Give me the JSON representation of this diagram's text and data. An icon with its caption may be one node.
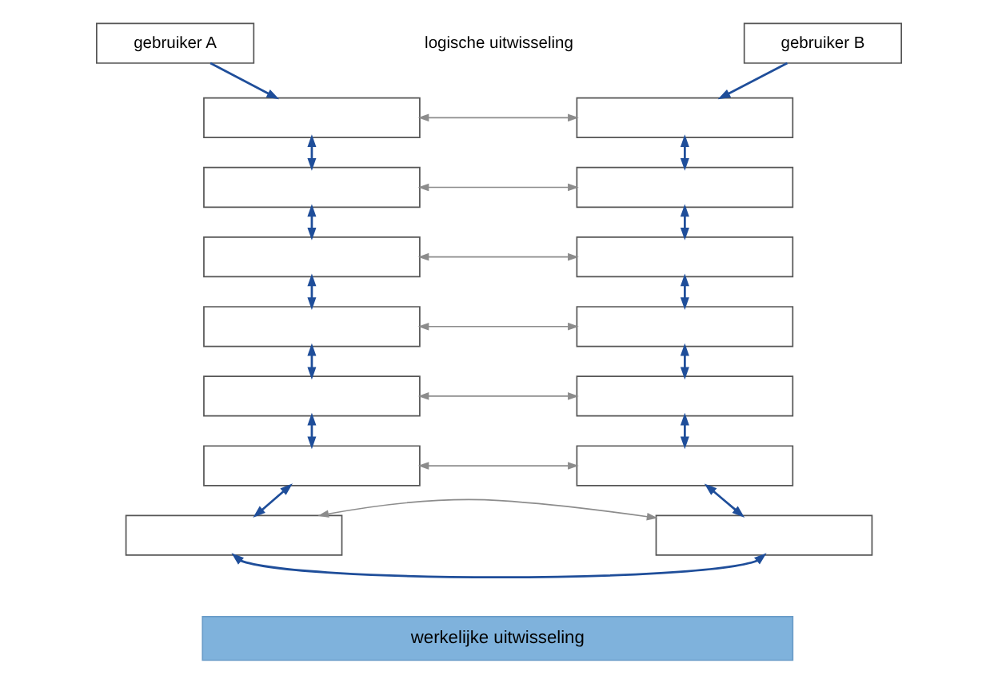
{
  "diagram": {
    "nodes": [
      {
        "text": [
          "gebruiker A"
        ]
      },
      {
        "text": [
          "gebruiker B"
        ]
      },
      {
        "text": [],
        "shape": "box"
      },
      {
        "text": [],
        "shape": "box"
      },
      {
        "text": [],
        "shape": "box"
      },
      {
        "text": [],
        "shape": "box"
      },
      {
        "text": [],
        "shape": "box"
      },
      {
        "text": [],
        "shape": "box"
      },
      {
        "text": [],
        "shape": "box"
      },
      {
        "text": [],
        "shape": "box"
      },
      {
        "text": [],
        "shape": "box"
      },
      {
        "text": [],
        "shape": "box"
      },
      {
        "text": [],
        "shape": "box"
      },
      {
        "text": [],
        "shape": "box"
      },
      {
        "text": [],
        "shape": "box"
      },
      {
        "text": [],
        "shape": "box"
      },
      {
        "text": [
          "werkelijke uitwisseling"
        ]
      }
    ],
    "edges": [
      {
        "from": 0,
        "to": 2,
        "arrow": "to",
        "color": "#1f4e9a"
      },
      {
        "from": 1,
        "to": 9,
        "arrow": "to",
        "color": "#1f4e9a"
      },
      {
        "from": 2,
        "to": 3,
        "arrow": "both",
        "color": "#1f4e9a"
      },
      {
        "from": 3,
        "to": 4,
        "arrow": "both",
        "color": "#1f4e9a"
      },
      {
        "from": 4,
        "to": 5,
        "arrow": "both",
        "color": "#1f4e9a"
      },
      {
        "from": 5,
        "to": 6,
        "arrow": "both",
        "color": "#1f4e9a"
      },
      {
        "from": 6,
        "to": 7,
        "arrow": "both",
        "color": "#1f4e9a"
      },
      {
        "from": 7,
        "to": 8,
        "arrow": "both",
        "color": "#1f4e9a"
      },
      {
        "from": 9,
        "to": 10,
        "arrow": "both",
        "color": "#1f4e9a"
      },
      {
        "from": 10,
        "to": 11,
        "arrow": "both",
        "color": "#1f4e9a"
      },
      {
        "from": 11,
        "to": 12,
        "arrow": "both",
        "color": "#1f4e9a"
      },
      {
        "from": 12,
        "to": 13,
        "arrow": "both",
        "color": "#1f4e9a"
      },
      {
        "from": 13,
        "to": 14,
        "arrow": "both",
        "color": "#1f4e9a"
      },
      {
        "from": 14,
        "to": 15,
        "arrow": "both",
        "color": "#1f4e9a"
      },
      {
        "from": 2,
        "to": 9,
        "arrow": "both",
        "color": "#8c8c8c"
      },
      {
        "from": 3,
        "to": 10,
        "arrow": "both",
        "color": "#8c8c8c"
      },
      {
        "from": 4,
        "to": 11,
        "arrow": "both",
        "color": "#8c8c8c"
      },
      {
        "from": 5,
        "to": 12,
        "arrow": "both",
        "color": "#8c8c8c"
      },
      {
        "from": 6,
        "to": 13,
        "arrow": "both",
        "color": "#8c8c8c"
      },
      {
        "from": 7,
        "to": 14,
        "arrow": "both",
        "color": "#8c8c8c"
      },
      {
        "from": 8,
        "to": 15,
        "arrow": "both",
        "color": "#8c8c8c"
      },
      {
        "from": 8,
        "to": 15,
        "arrow": "both",
        "color": "#1f4e9a"
      }
    ],
    "labels": [
      "logische uitwisseling"
    ]
  }
}
